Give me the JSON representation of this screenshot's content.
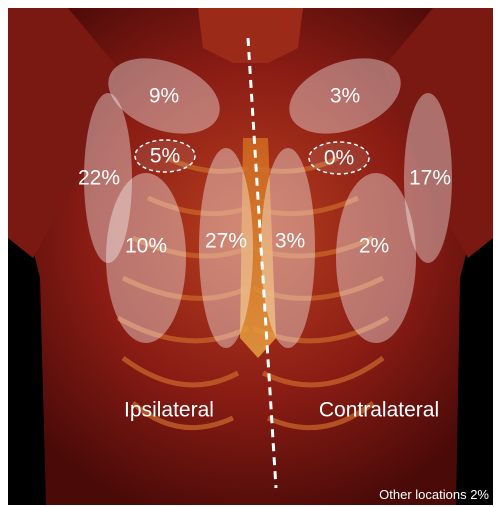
{
  "figure": {
    "background": "#000000",
    "body_color": "#8a1c14",
    "overlay_color": "#ffffff",
    "midline_color": "#ffffff",
    "regions": [
      {
        "id": "ipsi-upper-outer",
        "label": "9%",
        "value": 9,
        "dashed": false
      },
      {
        "id": "ipsi-axillary",
        "label": "22%",
        "value": 22,
        "dashed": false
      },
      {
        "id": "ipsi-central",
        "label": "5%",
        "value": 5,
        "dashed": true
      },
      {
        "id": "ipsi-lower-outer",
        "label": "10%",
        "value": 10,
        "dashed": false
      },
      {
        "id": "ipsi-parasternal",
        "label": "27%",
        "value": 27,
        "dashed": false
      },
      {
        "id": "contra-parasternal",
        "label": "3%",
        "value": 3,
        "dashed": false
      },
      {
        "id": "contra-upper-outer",
        "label": "3%",
        "value": 3,
        "dashed": false
      },
      {
        "id": "contra-central",
        "label": "0%",
        "value": 0,
        "dashed": true
      },
      {
        "id": "contra-axillary",
        "label": "17%",
        "value": 17,
        "dashed": false
      },
      {
        "id": "contra-lower-outer",
        "label": "2%",
        "value": 2,
        "dashed": false
      }
    ],
    "side_labels": {
      "ipsilateral": "Ipsilateral",
      "contralateral": "Contralateral"
    },
    "other_locations": "Other locations 2%"
  }
}
